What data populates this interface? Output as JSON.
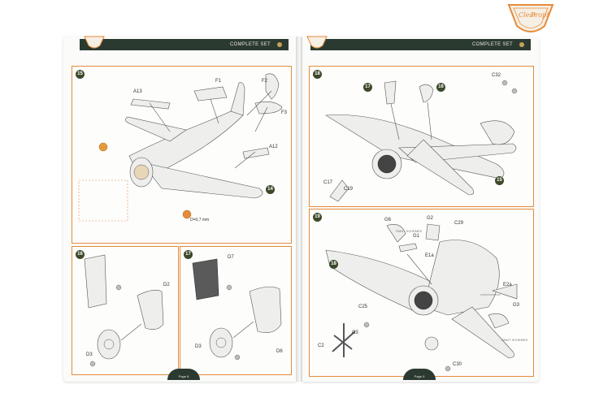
{
  "brand": {
    "line1": "Clear",
    "line2": "Prop!"
  },
  "left_page": {
    "header_title": "COMPLETE SET",
    "footer": "Page 8",
    "steps": {
      "s15": {
        "number": "15",
        "labels": [
          "A13",
          "F1",
          "F2",
          "F3",
          "A12",
          "D=0,7 mm"
        ],
        "flag": "14"
      },
      "s16": {
        "number": "16",
        "labels": [
          "D2",
          "D3"
        ]
      },
      "s17": {
        "number": "17",
        "labels": [
          "D7",
          "D3",
          "D6"
        ]
      }
    }
  },
  "right_page": {
    "header_title": "COMPLETE SET",
    "footer": "Page 9",
    "steps": {
      "s18": {
        "number": "18",
        "labels": [
          "C32",
          "C17",
          "C19"
        ],
        "flags": [
          "17",
          "16",
          "15"
        ]
      },
      "s19": {
        "number": "19",
        "labels": [
          "G6",
          "G2",
          "C29",
          "G1",
          "E1a",
          "C25",
          "C3",
          "C2",
          "C30",
          "E2a",
          "G3"
        ],
        "notes": [
          "PAINT SCHEMES",
          "PAINT SCHEMES"
        ],
        "flag": "18"
      }
    }
  }
}
